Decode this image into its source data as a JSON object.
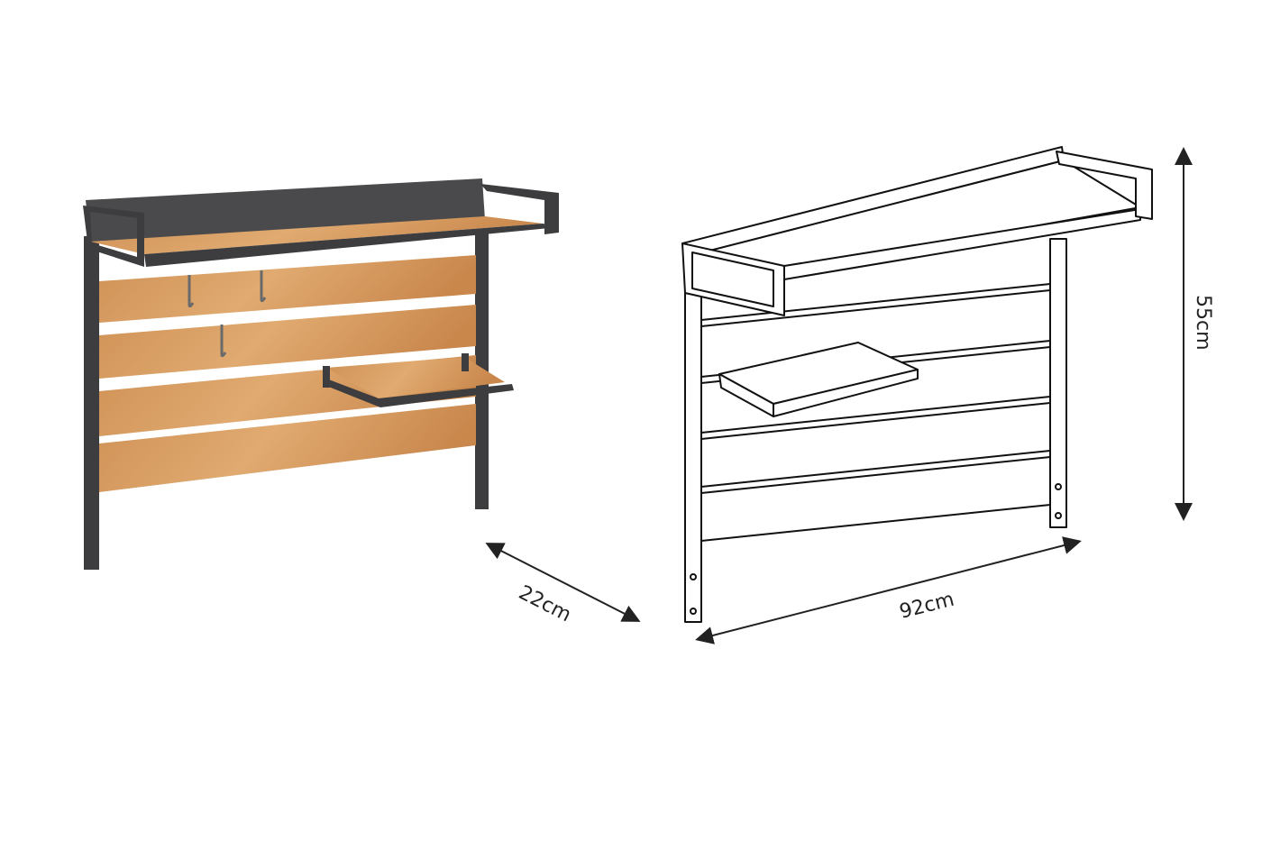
{
  "dimensions": {
    "depth": "22cm",
    "width": "92cm",
    "height": "55cm"
  },
  "colors": {
    "frame": "#3d3d3f",
    "wood": "#d9a066",
    "wood_dark": "#c2844a",
    "line": "#111111"
  }
}
